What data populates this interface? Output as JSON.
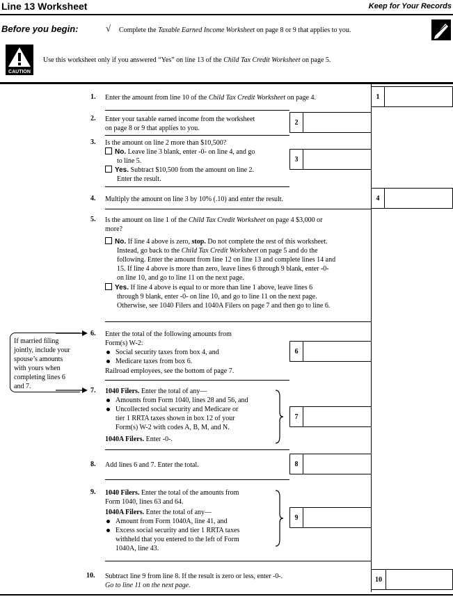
{
  "header": {
    "title": "Line 13 Worksheet",
    "keep": "Keep for Your Records"
  },
  "before": {
    "label": "Before you begin:",
    "check": "√",
    "text_a": "Complete the ",
    "text_b": "Taxable Earned Income Worksheet",
    "text_c": " on page 8 or 9 that applies to you."
  },
  "caution": {
    "label": "CAUTION",
    "text_a": "Use this worksheet only if you answered “Yes” on line 13 of the ",
    "text_b": "Child Tax Credit Worksheet",
    "text_c": " on page 5."
  },
  "side_note": [
    "If married filing",
    "jointly, include your",
    "spouse’s amounts",
    "with yours when",
    "completing lines 6",
    "and 7."
  ],
  "lines": {
    "l1": {
      "num": "1.",
      "a": "Enter the amount from line 10 of the ",
      "b": "Child Tax Credit Worksheet",
      "c": " on page 4.",
      "box": "1"
    },
    "l2": {
      "num": "2.",
      "t1": "Enter your taxable earned income from the worksheet",
      "t2": "on page 8 or 9 that applies to you.",
      "box": "2"
    },
    "l3": {
      "num": "3.",
      "t1": "Is the amount on line 2 more than $10,500?",
      "no_label": "No.",
      "no_1": " Leave line 3 blank, enter -0- on line 4, and go",
      "no_2": "to line 5.",
      "yes_label": "Yes.",
      "yes_1": " Subtract $10,500 from the amount on line 2.",
      "yes_2": "Enter the result.",
      "box": "3"
    },
    "l4": {
      "num": "4.",
      "t1": "Multiply the amount on line 3 by 10% (.10) and enter the result.",
      "box": "4"
    },
    "l5": {
      "num": "5.",
      "t1a": "Is the amount on line 1 of the ",
      "t1b": "Child Tax Credit Worksheet",
      "t1c": " on page 4 $3,000 or",
      "t2": "more?",
      "no_label": "No.",
      "no_1a": " If line 4 above is zero, ",
      "no_1b": "stop.",
      "no_1c": " Do not complete the rest of this worksheet.",
      "no_2a": "Instead, go back to the ",
      "no_2b": "Child Tax Credit Worksheet",
      "no_2c": " on page 5 and do the",
      "no_3": "following. Enter the amount from line 12 on line 13 and complete lines 14 and",
      "no_4": "15. If line 4 above is more than zero, leave lines 6 through 9 blank, enter -0-",
      "no_5": "on line 10, and go to line 11 on the next page.",
      "yes_label": "Yes.",
      "yes_1": " If line 4 above is equal to or more than line 1 above, leave lines 6",
      "yes_2": "through 9 blank, enter -0- on line 10, and go to line 11 on the next page.",
      "yes_3": "Otherwise, see 1040 Filers and 1040A Filers on page 7 and then go to line 6."
    },
    "l6": {
      "num": "6.",
      "t1": "Enter the total of the following amounts from",
      "t2": "Form(s) W-2:",
      "b1": "Social security taxes from box 4, and",
      "b2": "Medicare taxes from box 6.",
      "t3": "Railroad employees, see the bottom of page 7.",
      "box": "6"
    },
    "l7": {
      "num": "7.",
      "h1": "1040 Filers.",
      "t1": " Enter the total of any—",
      "b1": "Amounts from Form 1040, lines 28 and 56, and",
      "b2a": "Uncollected social security and Medicare or",
      "b2b": "tier 1 RRTA taxes shown in box 12 of your",
      "b2c": "Form(s) W-2 with codes A, B, M, and N.",
      "h2": "1040A Filers.",
      "t2": " Enter -0-.",
      "box": "7"
    },
    "l8": {
      "num": "8.",
      "t1": "Add lines 6 and 7. Enter the total.",
      "box": "8"
    },
    "l9": {
      "num": "9.",
      "h1": "1040 Filers.",
      "t1": " Enter the total of the amounts from",
      "t2": "Form 1040, lines 63 and 64.",
      "h2": "1040A Filers.",
      "t3": " Enter the total of any—",
      "b1": "Amount from Form 1040A, line 41, and",
      "b2a": "Excess social security and tier 1 RRTA taxes",
      "b2b": "withheld that you entered to the left of Form",
      "b2c": "1040A, line 43.",
      "box": "9"
    },
    "l10": {
      "num": "10.",
      "t1": "Subtract line 9 from line 8. If the result is zero or less, enter -0-.",
      "t2": "Go to line 11 on the next page.",
      "box": "10"
    }
  }
}
